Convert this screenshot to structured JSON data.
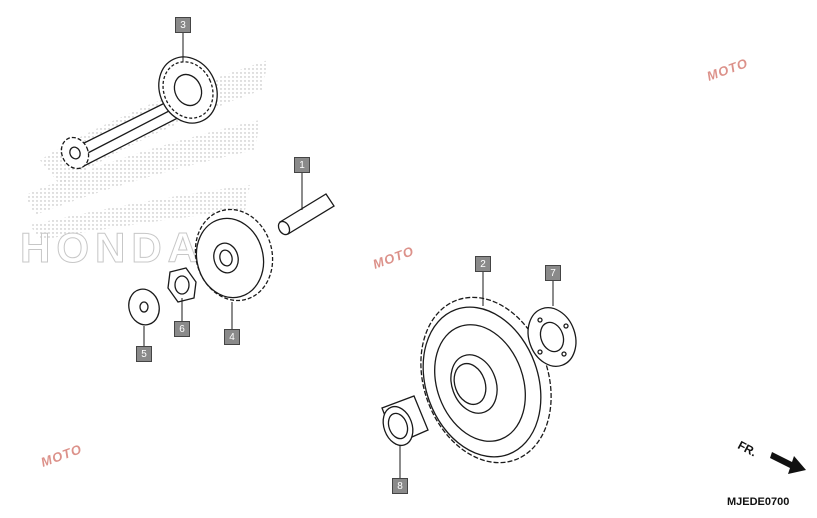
{
  "diagram": {
    "code": "MJEDE0700",
    "direction_label": "FR.",
    "watermark_text": "MOTO",
    "colors": {
      "callout_bg": "#8a8a8a",
      "line": "#1a1a1a",
      "watermark": "#c0392b"
    },
    "callouts": [
      {
        "label": "1"
      },
      {
        "label": "2"
      },
      {
        "label": "3"
      },
      {
        "label": "4"
      },
      {
        "label": "5"
      },
      {
        "label": "6"
      },
      {
        "label": "7"
      },
      {
        "label": "8"
      }
    ]
  }
}
